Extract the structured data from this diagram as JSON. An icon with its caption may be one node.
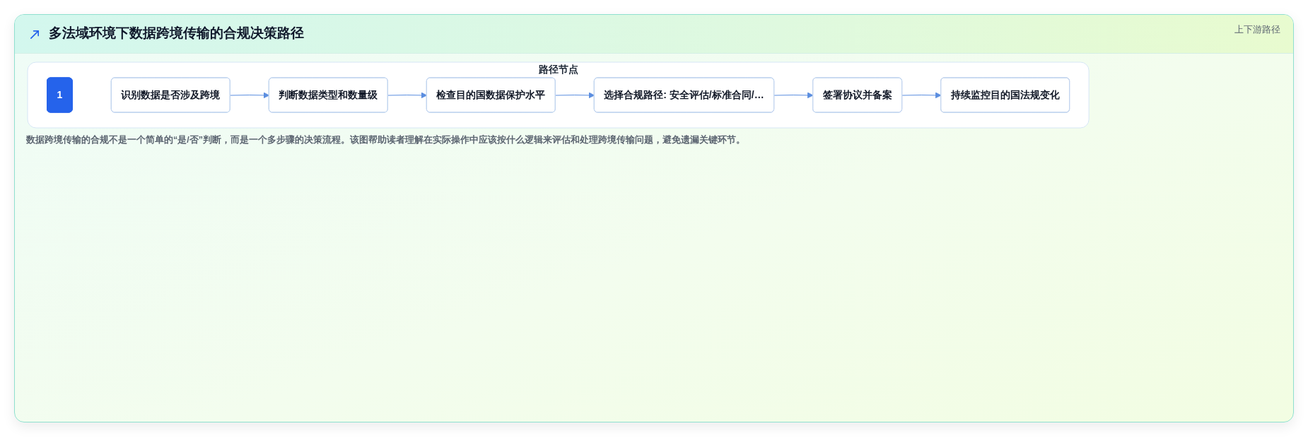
{
  "diagram": {
    "title": "多法域环境下数据跨境传输的合规决策路径",
    "caption": "数据跨境传输的合规不是一个简单的“是/否”判断，而是一个多步骤的决策流程。该图帮助读者理解在实际操作中应该按什么逻辑来评估和处理跨境传输问题，避免遗漏关键环节。",
    "nodes": [
      {
        "text": [
          "路径节点"
        ]
      },
      {
        "text": [
          "1"
        ],
        "in": 0
      },
      {
        "text": [
          "识别数据是否涉及跨境"
        ],
        "in": 0
      },
      {
        "text": [
          "判断数据类型和数量级"
        ],
        "in": 0
      },
      {
        "text": [
          "检查目的国数据保护水平"
        ],
        "in": 0
      },
      {
        "text": [
          "选择合规路径: 安全评估/标准合同/…"
        ],
        "in": 0
      },
      {
        "text": [
          "签署协议并备案"
        ],
        "in": 0
      },
      {
        "text": [
          "持续监控目的国法规变化"
        ],
        "in": 0
      }
    ],
    "edges": [
      {
        "from": 2,
        "to": 3,
        "arrow": "to"
      },
      {
        "from": 3,
        "to": 4,
        "arrow": "to"
      },
      {
        "from": 4,
        "to": 5,
        "arrow": "to"
      },
      {
        "from": 5,
        "to": 6,
        "arrow": "to"
      },
      {
        "from": 6,
        "to": 7,
        "arrow": "to"
      }
    ],
    "labels": [
      "上下游路径"
    ]
  }
}
